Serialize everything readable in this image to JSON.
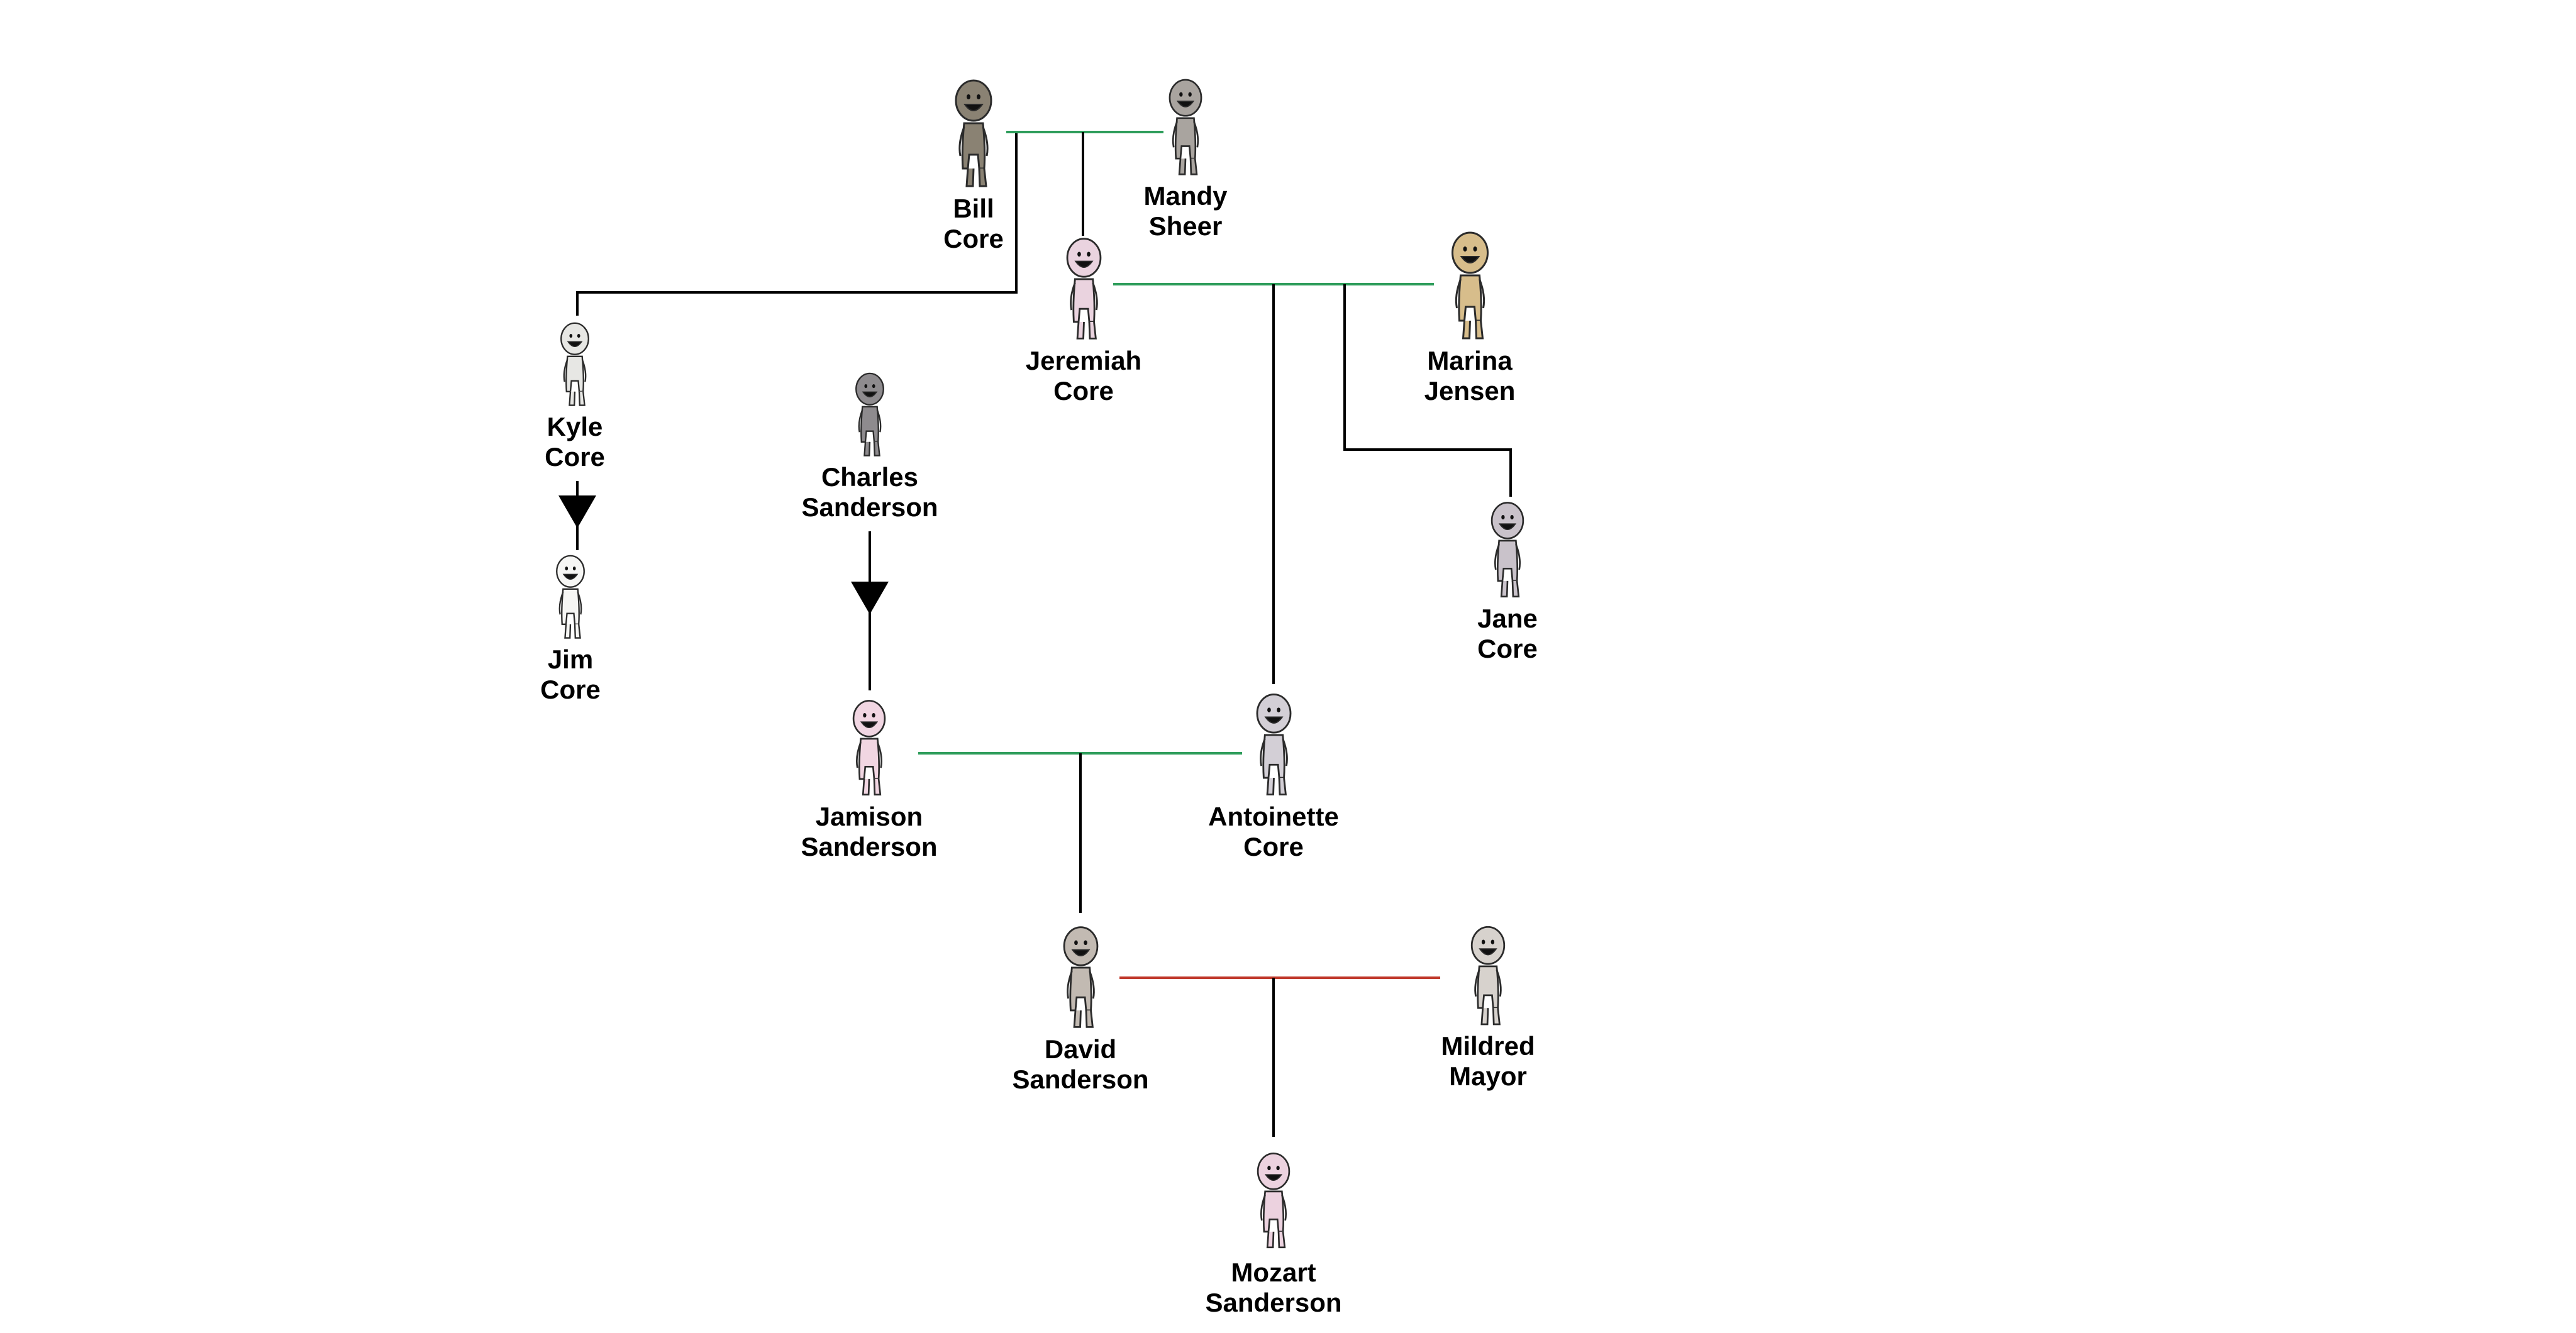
{
  "colors": {
    "marriage": "#2e9d5b",
    "marriage_alt": "#c0392b",
    "lineage": "#000000",
    "arrow": "#000000"
  },
  "people": {
    "bill": {
      "first": "Bill",
      "last": "Core",
      "tone": "#8a8273"
    },
    "mandy": {
      "first": "Mandy",
      "last": "Sheer",
      "tone": "#a9a49f"
    },
    "jeremiah": {
      "first": "Jeremiah",
      "last": "Core",
      "tone": "#ead3df"
    },
    "marina": {
      "first": "Marina",
      "last": "Jensen",
      "tone": "#d7bd8b"
    },
    "kyle": {
      "first": "Kyle",
      "last": "Core",
      "tone": "#e7e7e4"
    },
    "jim": {
      "first": "Jim",
      "last": "Core",
      "tone": "#f6f6f4"
    },
    "charles": {
      "first": "Charles",
      "last": "Sanderson",
      "tone": "#8e8b8e"
    },
    "jane": {
      "first": "Jane",
      "last": "Core",
      "tone": "#c9c2ca"
    },
    "jamison": {
      "first": "Jamison",
      "last": "Sanderson",
      "tone": "#f1d6e2"
    },
    "antoinette": {
      "first": "Antoinette",
      "last": "Core",
      "tone": "#d3cfd6"
    },
    "david": {
      "first": "David",
      "last": "Sanderson",
      "tone": "#c2bab2"
    },
    "mildred": {
      "first": "Mildred",
      "last": "Mayor",
      "tone": "#d7d2cd"
    },
    "mozart": {
      "first": "Mozart",
      "last": "Sanderson",
      "tone": "#ecd2df"
    }
  }
}
